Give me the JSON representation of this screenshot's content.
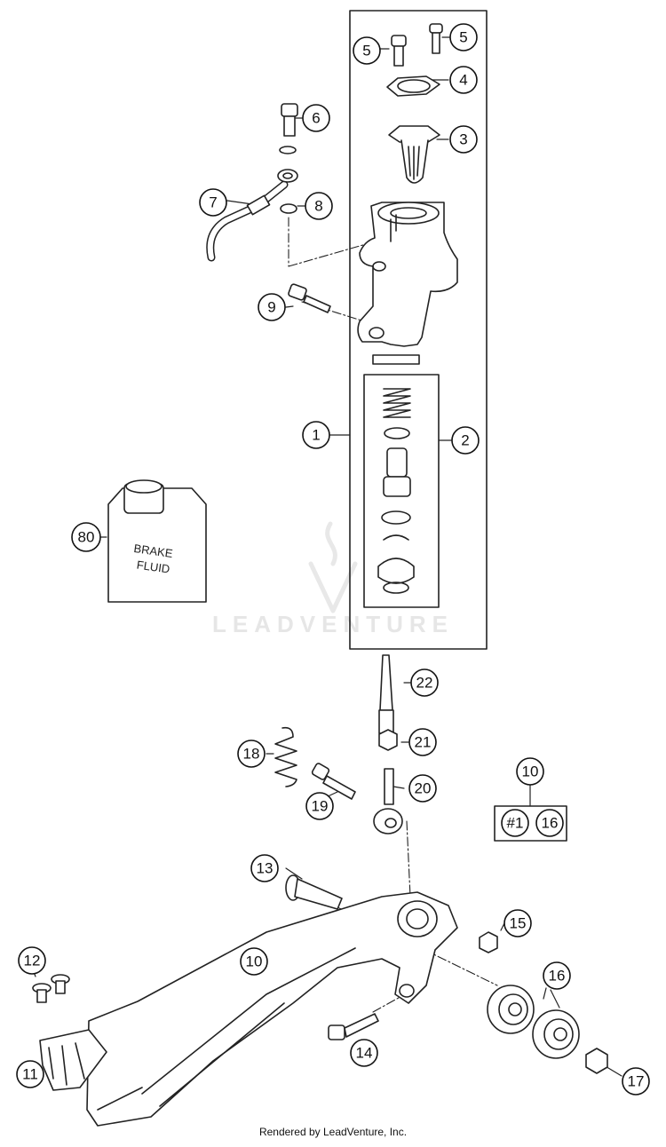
{
  "callouts": {
    "c1": "1",
    "c2": "2",
    "c3": "3",
    "c4": "4",
    "c5a": "5",
    "c5b": "5",
    "c6": "6",
    "c7": "7",
    "c8": "8",
    "c9": "9",
    "c10a": "10",
    "c10b": "10",
    "c11": "11",
    "c12": "12",
    "c13": "13",
    "c14": "14",
    "c15": "15",
    "c16a": "16",
    "c16b": "16",
    "c17": "17",
    "c18": "18",
    "c19": "19",
    "c20": "20",
    "c21": "21",
    "c22": "22",
    "c80": "80",
    "kit1": "#1"
  },
  "bottle_label": {
    "line1": "BRAKE",
    "line2": "FLUID"
  },
  "watermark": "LEADVENTURE",
  "footer": "Rendered by LeadVenture, Inc."
}
